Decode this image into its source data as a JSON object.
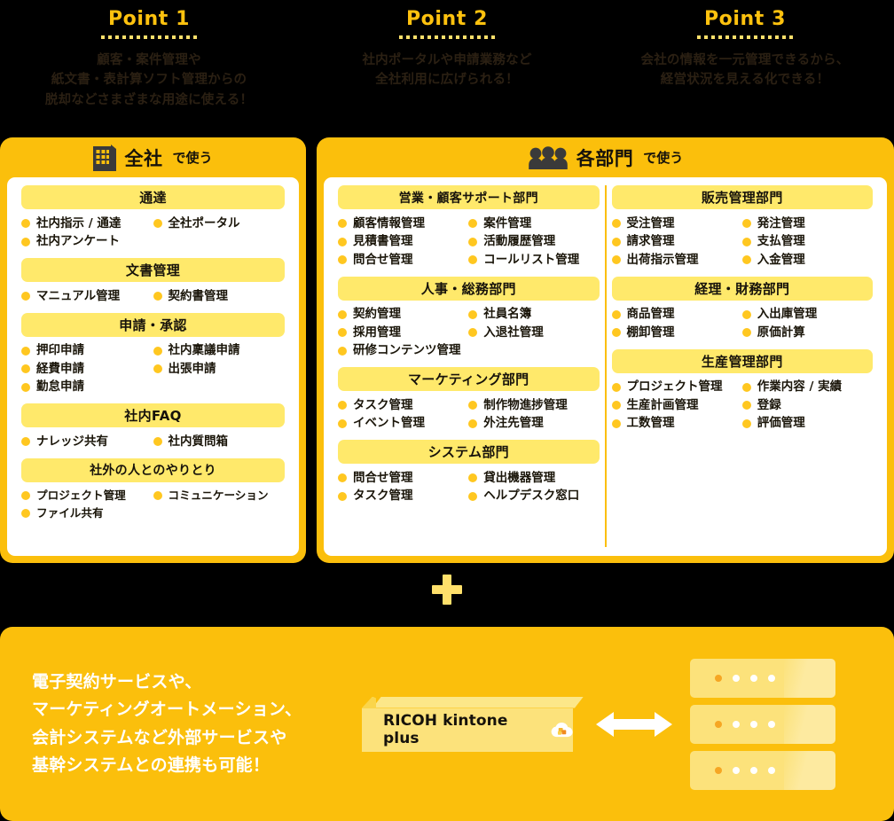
{
  "colors": {
    "background": "#000000",
    "gold": "#FBBF0C",
    "point_title": "#FFC20E",
    "section_pill": "#FFE96B",
    "bullet": "#FFC720",
    "point_desc_text": "#2b2013",
    "banner_text": "#FFFFFF",
    "box_light": "#FCE27B"
  },
  "points": [
    {
      "title": "Point 1",
      "lines": [
        "顧客・案件管理や",
        "紙文書・表計算ソフト管理からの",
        "脱却などさまざまな用途に使える！"
      ]
    },
    {
      "title": "Point 2",
      "lines": [
        "社内ポータルや申請業務など",
        "全社利用に広げられる！"
      ]
    },
    {
      "title": "Point 3",
      "lines": [
        "会社の情報を一元管理できるから、",
        "経営状況を見える化できる！"
      ]
    }
  ],
  "panels": {
    "company": {
      "icon": "building-icon",
      "title_main": "全社",
      "title_sub": "で使う",
      "sections": [
        {
          "heading": "通達",
          "items": [
            "社内指示 / 通達",
            "全社ポータル",
            "社内アンケート"
          ]
        },
        {
          "heading": "文書管理",
          "items": [
            "マニュアル管理",
            "契約書管理"
          ]
        },
        {
          "heading": "申請・承認",
          "items": [
            "押印申請",
            "社内稟議申請",
            "経費申請",
            "出張申請",
            "勤怠申請"
          ]
        },
        {
          "heading": "社内FAQ",
          "items": [
            "ナレッジ共有",
            "社内質問箱"
          ]
        },
        {
          "heading": "社外の人とのやりとり",
          "items": [
            "プロジェクト管理",
            "コミュニケーション",
            "ファイル共有"
          ]
        }
      ]
    },
    "departments": {
      "icon": "people-icon",
      "title_main": "各部門",
      "title_sub": "で使う",
      "column_left": [
        {
          "heading": "営業・顧客サポート部門",
          "items": [
            "顧客情報管理",
            "案件管理",
            "見積書管理",
            "活動履歴管理",
            "問合せ管理",
            "コールリスト管理"
          ]
        },
        {
          "heading": "人事・総務部門",
          "items": [
            "契約管理",
            "社員名簿",
            "採用管理",
            "入退社管理",
            "研修コンテンツ管理"
          ]
        },
        {
          "heading": "マーケティング部門",
          "items": [
            "タスク管理",
            "制作物進捗管理",
            "イベント管理",
            "外注先管理"
          ]
        },
        {
          "heading": "システム部門",
          "items": [
            "問合せ管理",
            "貸出機器管理",
            "タスク管理",
            "ヘルプデスク窓口"
          ]
        }
      ],
      "column_right": [
        {
          "heading": "販売管理部門",
          "items": [
            "受注管理",
            "発注管理",
            "請求管理",
            "支払管理",
            "出荷指示管理",
            "入金管理"
          ]
        },
        {
          "heading": "経理・財務部門",
          "items": [
            "商品管理",
            "入出庫管理",
            "棚卸管理",
            "原価計算"
          ]
        },
        {
          "heading": "生産管理部門",
          "items": [
            "プロジェクト管理",
            "作業内容 / 実績",
            "生産計画管理",
            "登録",
            "工数管理",
            "評価管理"
          ]
        }
      ]
    }
  },
  "plus_icon": "plus-icon",
  "banner": {
    "lines": [
      "電子契約サービスや、",
      "マーケティングオートメーション、",
      "会計システムなど外部サービスや",
      "基幹システムとの連携も可能！"
    ],
    "product_label": "RICOH kintone plus",
    "product_icon": "cloud-icon",
    "arrow_icon": "double-arrow-icon",
    "server_icon": "server-rack-icon",
    "server_count": 3,
    "leds_per_server": 4
  }
}
